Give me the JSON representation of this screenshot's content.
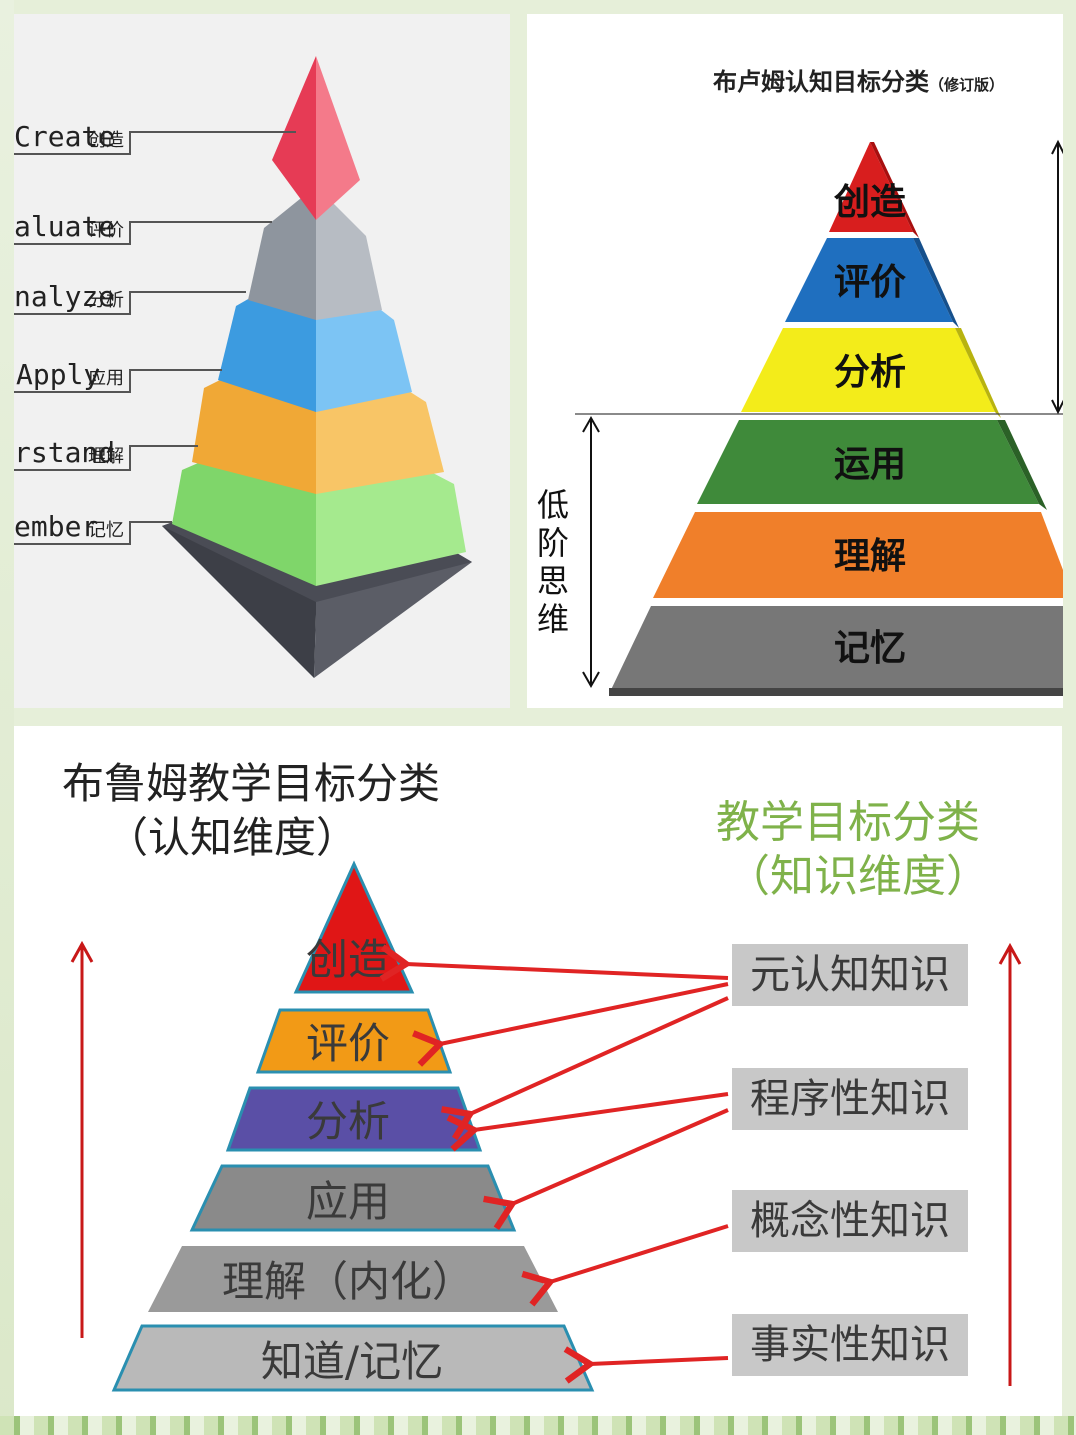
{
  "panel_a": {
    "levels": [
      {
        "en": "Create",
        "zh": "创造",
        "color": "#e84a5f"
      },
      {
        "en": "aluate",
        "zh": "评价",
        "color": "#9aa2ab"
      },
      {
        "en": "nalyze",
        "zh": "分析",
        "color": "#5aaee8"
      },
      {
        "en": "Apply",
        "zh": "应用",
        "color": "#f6b94a"
      },
      {
        "en": "rstand",
        "zh": "理解",
        "color": "#8fe07a"
      },
      {
        "en": "ember",
        "zh": "记忆",
        "color": "#4a4c55"
      }
    ]
  },
  "panel_b": {
    "title": "布卢姆认知目标分类",
    "title_note": "（修订版）",
    "low_label": "低阶思维",
    "levels": [
      {
        "label": "创造",
        "color": "#d81e1e"
      },
      {
        "label": "评价",
        "color": "#1f6fbf"
      },
      {
        "label": "分析",
        "color": "#f3ec1a"
      },
      {
        "label": "运用",
        "color": "#3f8a3a"
      },
      {
        "label": "理解",
        "color": "#f07f2a"
      },
      {
        "label": "记忆",
        "color": "#777777"
      }
    ]
  },
  "panel_c": {
    "title_line1": "布鲁姆教学目标分类",
    "title_line2": "（认知维度）",
    "right_title_line1": "教学目标分类",
    "right_title_line2": "（知识维度）",
    "levels": [
      {
        "label": "创造",
        "color": "#e01616"
      },
      {
        "label": "评价",
        "color": "#f29a16"
      },
      {
        "label": "分析",
        "color": "#5a4fa6"
      },
      {
        "label": "应用",
        "color": "#8a8a8a"
      },
      {
        "label": "理解（内化）",
        "color": "#9a9a9a"
      },
      {
        "label": "知道/记忆",
        "color": "#b9b9b9"
      }
    ],
    "knowledge": [
      "元认知知识",
      "程序性知识",
      "概念性知识",
      "事实性知识"
    ],
    "arrow_color": "#e02424",
    "right_title_color": "#7fb24a"
  }
}
